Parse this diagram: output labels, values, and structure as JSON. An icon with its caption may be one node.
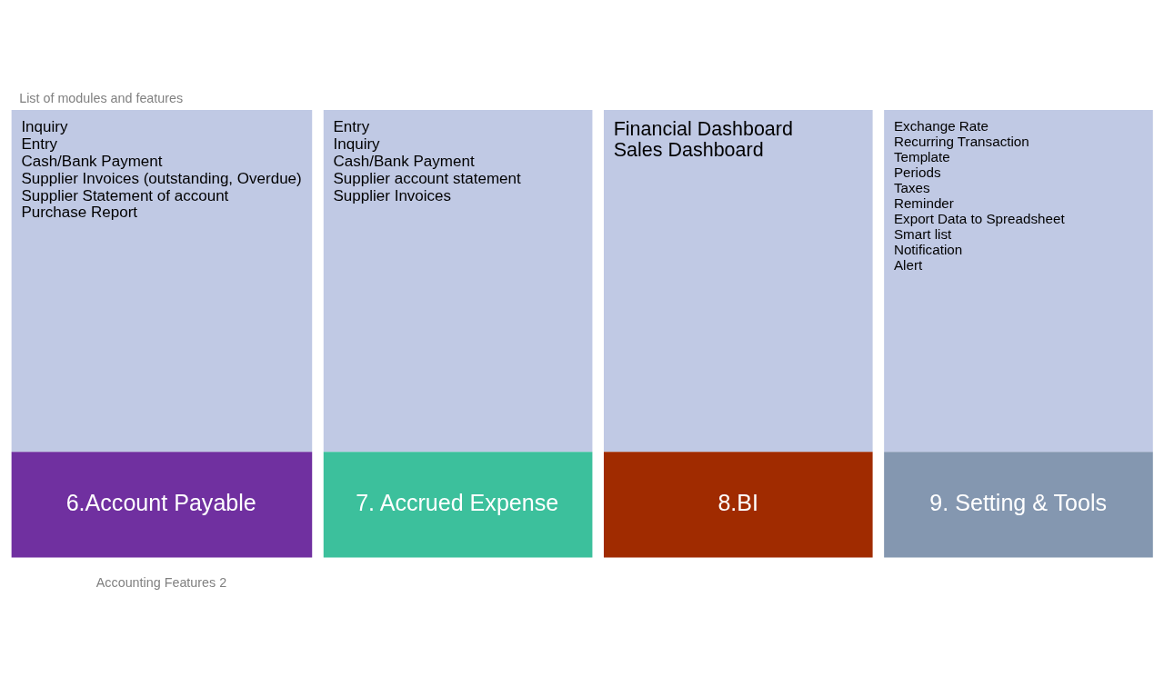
{
  "diagram": {
    "title": "List of modules and features",
    "caption": "Accounting Features 2",
    "nodes": [
      {
        "text": [
          "Inquiry",
          "Entry",
          "Cash/Bank Payment",
          "Supplier Invoices (outstanding, Overdue)",
          "Supplier Statement of account",
          "Purchase Report",
          "6.Account Payable"
        ]
      },
      {
        "text": [
          "Entry",
          "Inquiry",
          "Cash/Bank Payment",
          "Supplier account statement",
          "Supplier Invoices",
          "7. Accrued Expense"
        ]
      },
      {
        "text": [
          "Financial Dashboard",
          "Sales Dashboard",
          "8.BI"
        ]
      },
      {
        "text": [
          "Exchange Rate",
          "Recurring Transaction",
          "Template",
          "Periods",
          "Taxes",
          "Reminder",
          "Export Data to Spreadsheet",
          "Smart list",
          "Notification",
          "Alert",
          "9. Setting & Tools"
        ]
      }
    ],
    "edges": []
  }
}
